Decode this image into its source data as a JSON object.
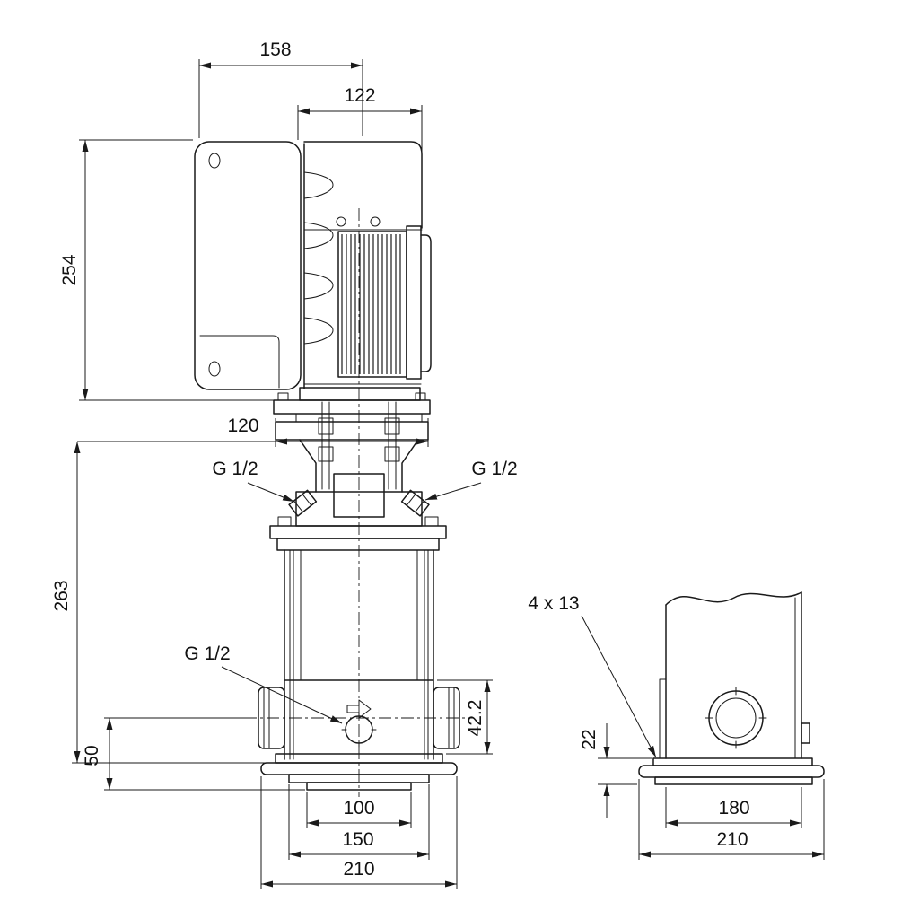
{
  "colors": {
    "line": "#1a1a1a",
    "background": "#ffffff"
  },
  "front_view": {
    "dim_top_width": "158",
    "dim_motor_width": "122",
    "dim_motor_height": "254",
    "dim_flange_width": "120",
    "dim_pump_height": "263",
    "port_top_left_label": "G 1/2",
    "port_top_right_label": "G 1/2",
    "drain_port_label": "G 1/2",
    "dim_port_to_base": "50",
    "dim_port_offset": "42.2",
    "dim_base_inner": "100",
    "dim_base_mid": "150",
    "dim_base_outer": "210"
  },
  "side_view": {
    "bolt_holes_label": "4 x 13",
    "dim_base_height": "22",
    "dim_base_inner_width": "180",
    "dim_base_outer_width": "210"
  }
}
